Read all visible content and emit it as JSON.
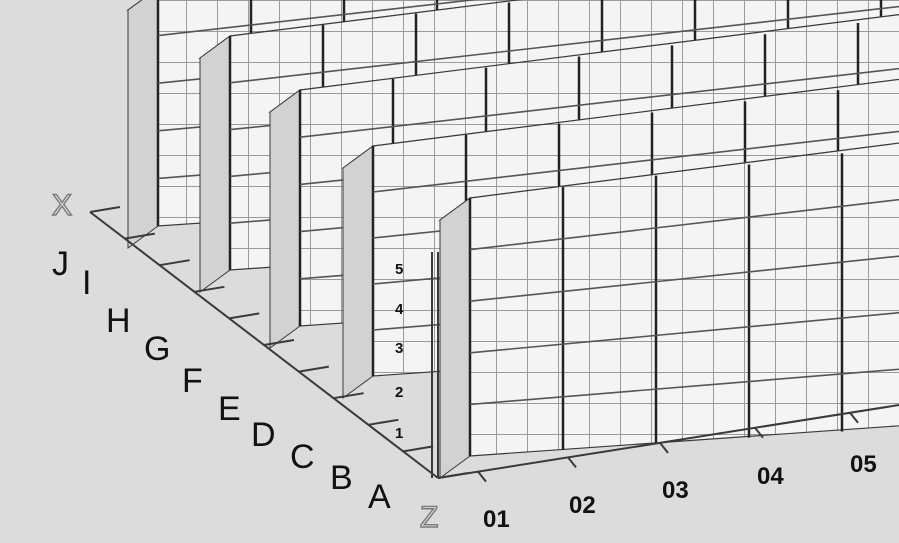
{
  "corner_labels": {
    "x_axis": "X",
    "z_axis": "Z"
  },
  "row_labels": [
    "A",
    "B",
    "C",
    "D",
    "E",
    "F",
    "G",
    "H",
    "I",
    "J"
  ],
  "column_labels": [
    "01",
    "02",
    "03",
    "04",
    "05"
  ],
  "level_labels": [
    "1",
    "2",
    "3",
    "4",
    "5"
  ],
  "colors": {
    "background": "#dcdcdc",
    "cube_face": "#f4f4f4",
    "cube_top": "#fbfbfb",
    "cube_side": "#d2d2d2",
    "line": "#3a3a3a",
    "axis_letter_outline": "#7a7a7a"
  }
}
